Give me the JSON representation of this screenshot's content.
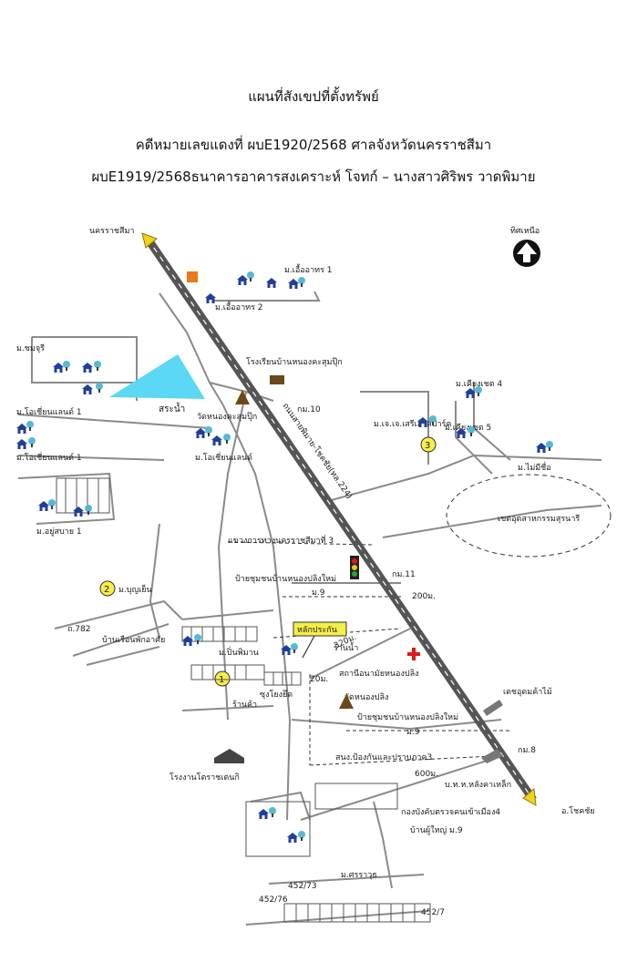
{
  "header": {
    "title": "แผนที่สังเขปที่ตั้งทรัพย์",
    "line1": "คดีหมายเลขแดงที่ ผบE1920/2568 ศาลจังหวัดนครราชสีมา",
    "line2": "ผบE1919/2568ธนาคารอาคารสงเคราะห์ โจทก์ – นางสาวศิริพร  วาดพิมาย"
  },
  "map": {
    "north_label": "ทิศเหนือ",
    "north_icon": "north-arrow-icon",
    "destinations": {
      "nw": "นครราชสีมา",
      "se": "อ.โชคชัย"
    },
    "highway_label": "ถนนสายพิมาย-โชคชัย(ทล.224)",
    "pond_label": "สระน้ำ",
    "industrial_label": "เขตอุตสาหกรรมสุรนารี",
    "villages": {
      "uea_arthon_1": "ม.เอื้ออาทร 1",
      "uea_arthon_2": "ม.เอื้ออาทร 2",
      "chomchuri": "ม.ชมจุรี",
      "ocean_land_1a": "ม.โอเชี่ยนแลนด์ 1",
      "ocean_land_1b": "ม.โอเชี่ยนแลนด์ 1",
      "ocean_land_mid": "ม.โอเชี่ยนแลนด์",
      "yusabai_1": "ม.อยู่สบาย 1",
      "bunyuen": "ม.บุญเย็น",
      "siang_chet_4": "ม.เคียงเชต 4",
      "jj_park": "ม.เจ.เจ.เสรีเฮ้าส์ปาร์ค",
      "siang_chet_5": "ม.เคียงเชต 5",
      "mai_mi_chue": "ม.ไม่มีชื่อ",
      "pin_village": "ม.ปิ่นพิมาน",
      "sorawut": "ม.ศรราวุธ"
    },
    "places": {
      "school": "โรงเรียนบ้านหนองคะสุมปุ๊ก",
      "wat_upper": "วัดหนองคะสุมปุ๊ก",
      "km10": "กม.10",
      "km11": "กม.11",
      "km8": "กม.8",
      "highway_district": "แขวงการทางนครราชสีมาที่ 3",
      "bus_stop_1": "ป้ายชุมชนบ้านหนองปลิงใหม่",
      "moo9_a": "ม.9",
      "dist_200": "200ม.",
      "dist_320": "320ม.",
      "dist_20": "20ม.",
      "dist_600": "600ม.",
      "landmark": "หลักประกัน",
      "water_shop": "ร้านน้ำ",
      "shop": "ร้านค้า",
      "health_center": "สถานีอนามัยหนองปลิง",
      "wat_nong_pling": "วัดหนองปลิง",
      "bus_stop_2": "ป้ายชุมชนบ้านหนองปลิงใหม่",
      "moo9_b": "ม.9",
      "fire_station": "สนง.ป้องกันและปราบภาค3",
      "soi": "ซุงโยงยึด",
      "road_782": "ถ.782",
      "village_road": "บ้านเรือนพักอาศัย",
      "factory_left": "โรงงานโตราชเตนกิ",
      "timber_yard": "เดชอุดมค้าไม้",
      "steel_shop": "บ.ท.ห.หลังคาเหล็ก",
      "police": "กองบังคับตรวจคนเข้าเมือง4",
      "headman_house": "บ้านผู้ใหญ่ ม.9",
      "plot_452_73": "452/73",
      "plot_452_76": "452/76",
      "plot_452_7": "452/7"
    },
    "markers": [
      "1",
      "2",
      "3"
    ]
  }
}
